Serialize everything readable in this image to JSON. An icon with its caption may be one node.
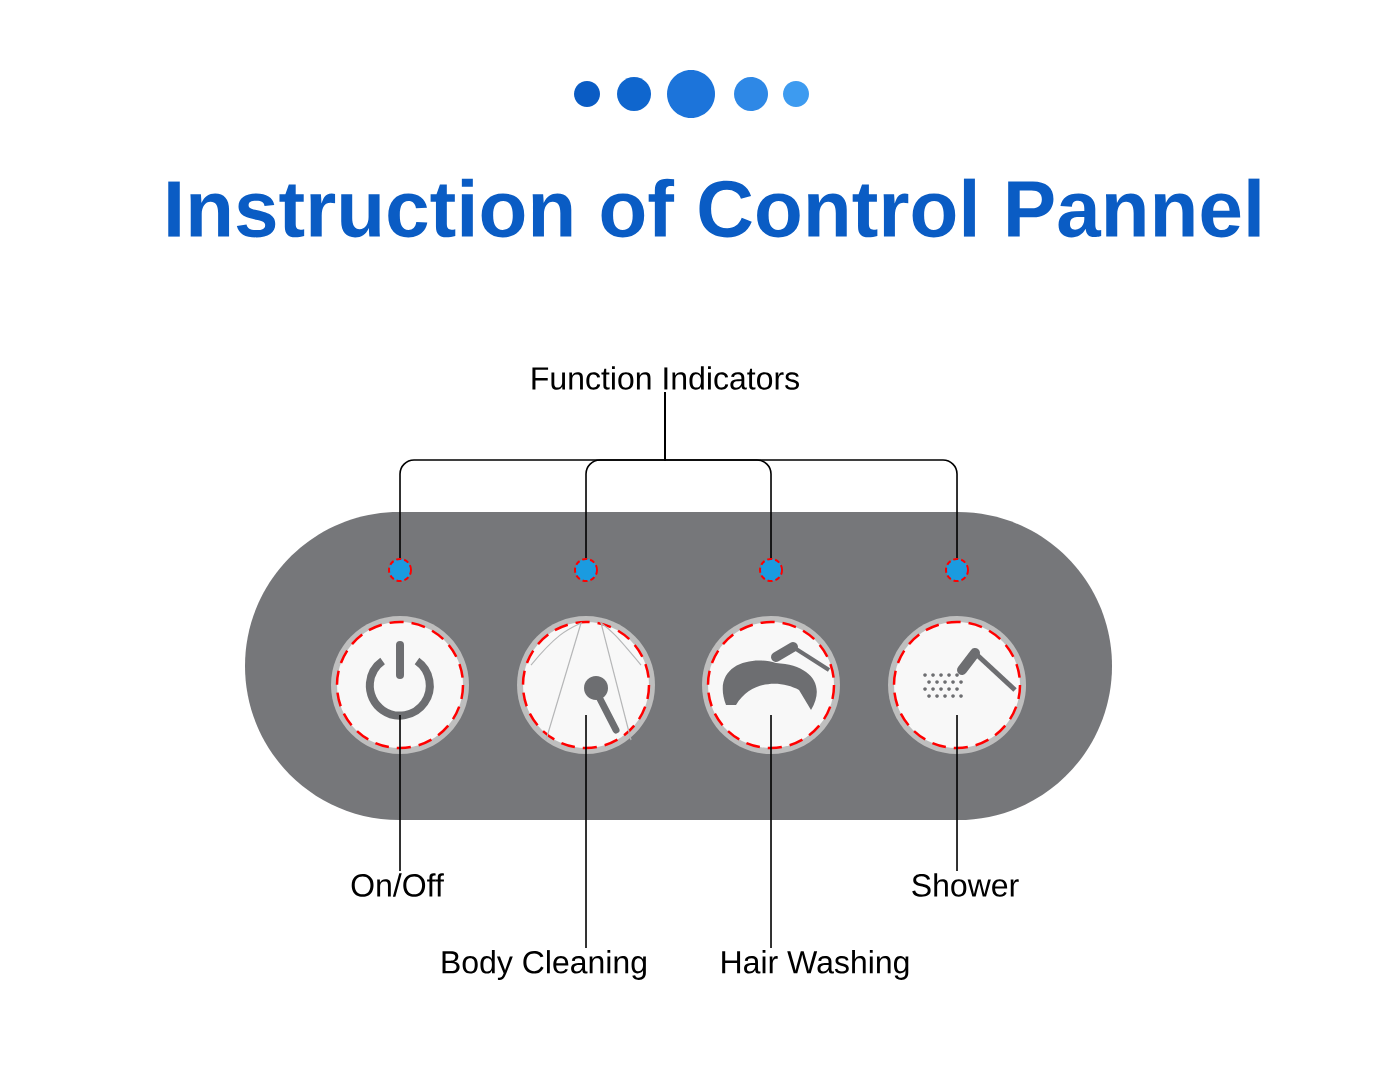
{
  "diagram": {
    "title": "Instruction of Control Pannel",
    "nodes": [
      {
        "text": [
          "Function Indicators"
        ]
      },
      {
        "text": [],
        "shape": "box"
      },
      {
        "text": [],
        "shape": "circle",
        "in": 1
      },
      {
        "text": [],
        "shape": "circle",
        "in": 1
      },
      {
        "text": [],
        "shape": "circle",
        "in": 1
      },
      {
        "text": [],
        "shape": "circle",
        "in": 1
      },
      {
        "text": [],
        "shape": "circle",
        "in": 1
      },
      {
        "text": [],
        "shape": "circle",
        "in": 1
      },
      {
        "text": [],
        "shape": "circle",
        "in": 1
      },
      {
        "text": [],
        "shape": "circle",
        "in": 1
      },
      {
        "text": [
          "On/Off"
        ]
      },
      {
        "text": [
          "Body Cleaning"
        ]
      },
      {
        "text": [
          "Hair Washing"
        ]
      },
      {
        "text": [
          "Shower"
        ]
      }
    ],
    "edges": [
      {
        "from": 0,
        "to": 2,
        "arrow": "none"
      },
      {
        "from": 0,
        "to": 3,
        "arrow": "none"
      },
      {
        "from": 0,
        "to": 4,
        "arrow": "none"
      },
      {
        "from": 0,
        "to": 5,
        "arrow": "none"
      },
      {
        "from": 10,
        "to": 6,
        "arrow": "none"
      },
      {
        "from": 11,
        "to": 7,
        "arrow": "none"
      },
      {
        "from": 12,
        "to": 8,
        "arrow": "none"
      },
      {
        "from": 13,
        "to": 9,
        "arrow": "none"
      }
    ]
  }
}
